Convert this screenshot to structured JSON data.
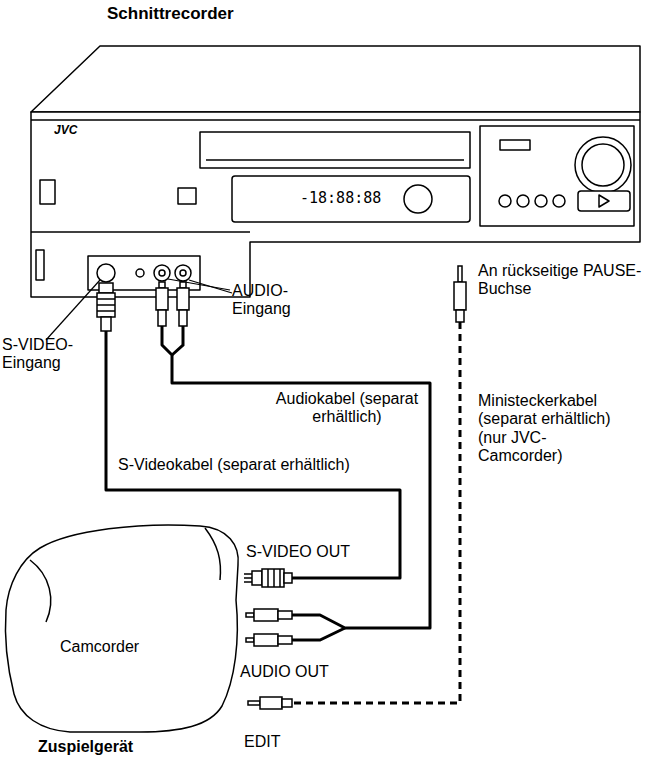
{
  "diagram": {
    "nodes": [
      {
        "text": [
          "Schnittrecorder"
        ]
      },
      {
        "text": [
          "Camcorder",
          "Zuspielgerät"
        ]
      }
    ],
    "edges": [
      {
        "from": 0,
        "to": 1,
        "arrow": "none",
        "label": "S-Videokabel (separat erhältlich)"
      },
      {
        "from": 0,
        "to": 1,
        "arrow": "none",
        "label": "Audiokabel (separat erhältlich)"
      },
      {
        "from": 0,
        "to": 1,
        "arrow": "none",
        "label": "Ministeckerkabel (separat erhältlich) (nur JVC-Camcorder)"
      }
    ],
    "labels": [
      "JVC",
      "-18:88:88",
      "S-VIDEO-Eingang",
      "AUDIO-Eingang",
      "An rückseitige PAUSE-Buchse",
      "S-VIDEO OUT",
      "AUDIO OUT",
      "EDIT"
    ]
  }
}
